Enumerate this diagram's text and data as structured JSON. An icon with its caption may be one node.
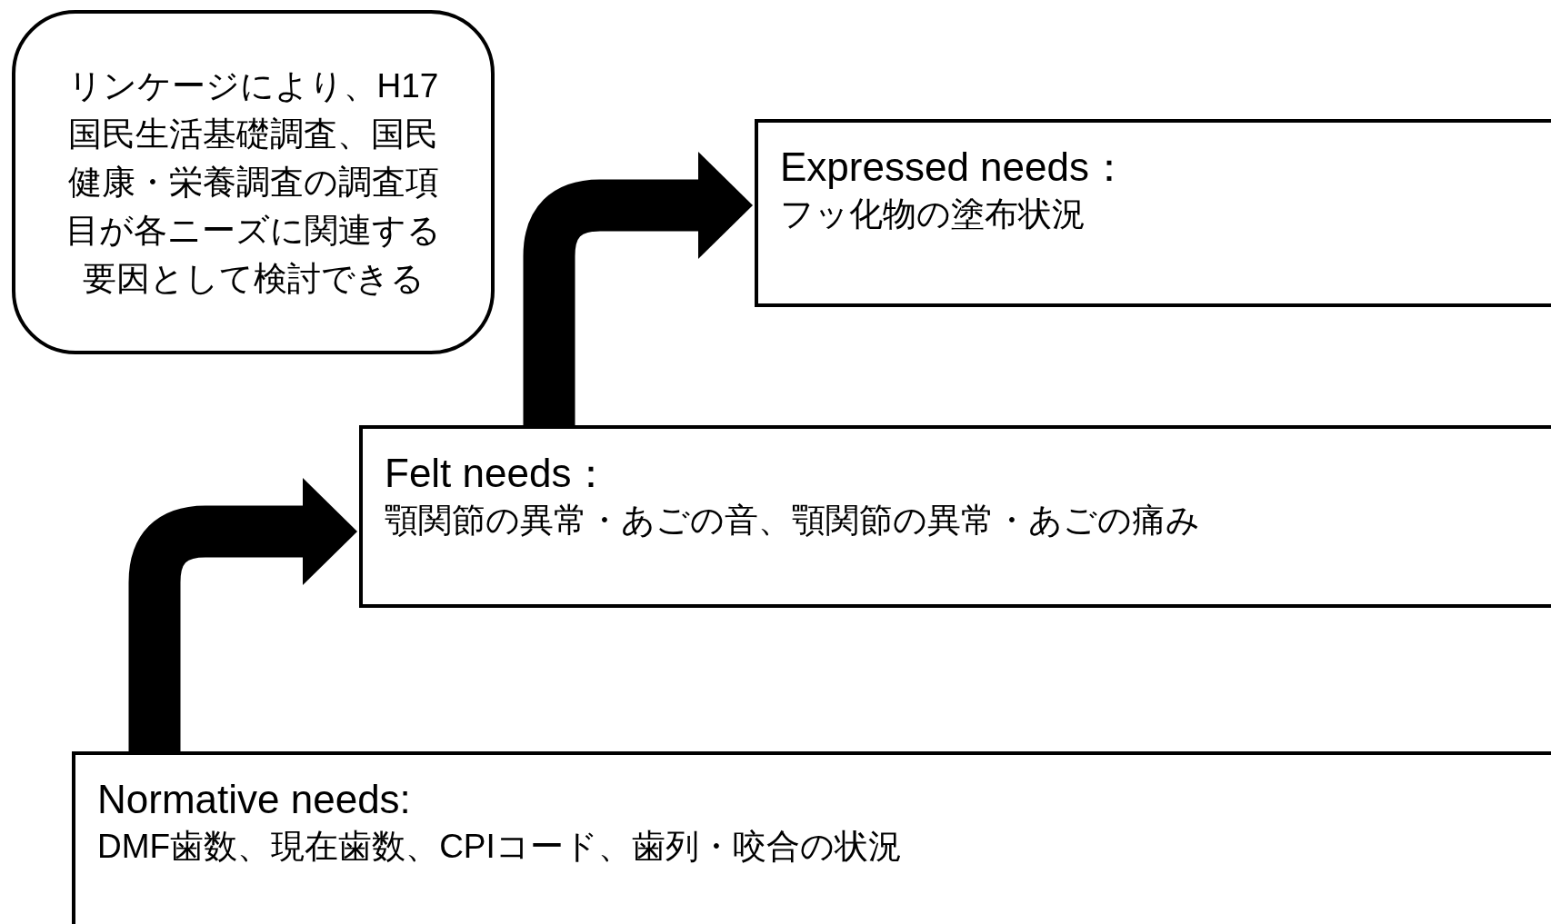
{
  "diagram": {
    "nodes": [
      {
        "text": [
          "リンケージにより、H17 国民生活基礎調査、国民健康・栄養調査の調査項目が各ニーズに関連する要因として検討できる"
        ]
      },
      {
        "text": [
          "Expressed needs：",
          "フッ化物の塗布状況"
        ]
      },
      {
        "text": [
          "Felt needs：",
          "顎関節の異常・あごの音、顎関節の異常・あごの痛み"
        ]
      },
      {
        "text": [
          "Normative needs:",
          "DMF歯数、現在歯数、CPIコード、歯列・咬合の状況"
        ]
      }
    ],
    "edges": [
      {
        "from": 3,
        "to": 2,
        "arrow": "to"
      },
      {
        "from": 2,
        "to": 1,
        "arrow": "to"
      }
    ]
  }
}
